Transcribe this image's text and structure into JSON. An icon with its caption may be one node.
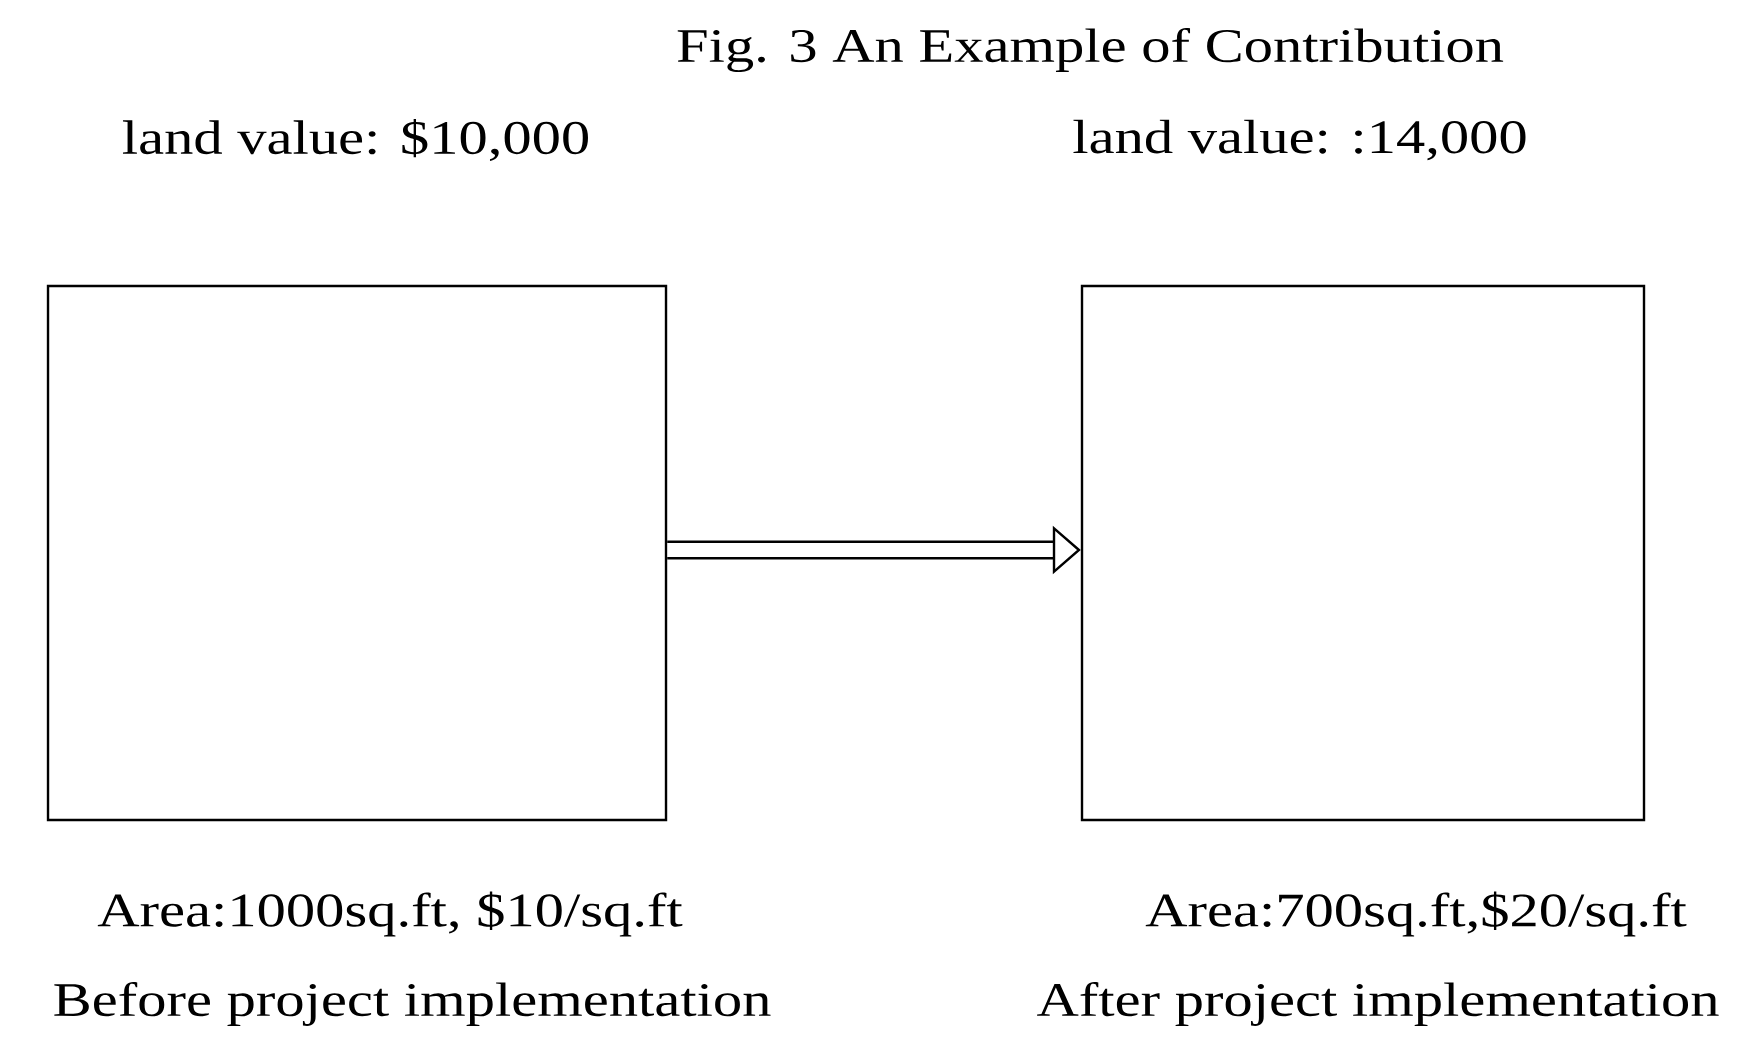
{
  "diagram": {
    "title": "Fig. 3 An Example of Contribution",
    "nodes": [
      {
        "text": [],
        "shape": "box",
        "beside": [
          "land value: $10,000",
          "Area:1000sq.ft, $10/sq.ft",
          "Before project implementation"
        ]
      },
      {
        "text": [],
        "shape": "box",
        "beside": [
          "land value: :14,000",
          "Area:700sq.ft,$20/sq.ft",
          "After project implementation"
        ]
      }
    ],
    "edges": [
      {
        "from": 0,
        "to": 1,
        "arrow": "to"
      }
    ]
  }
}
